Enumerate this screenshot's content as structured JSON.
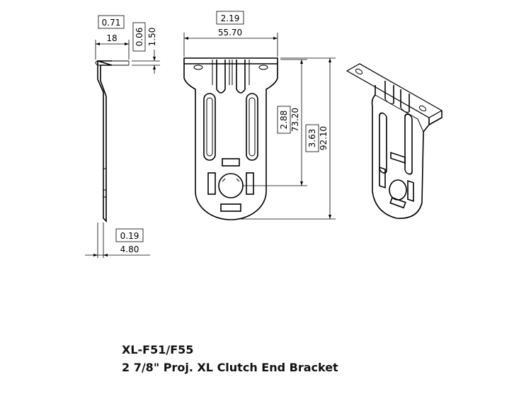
{
  "caption": {
    "model": "XL-F51/F55",
    "description": "2 7/8\" Proj. XL Clutch End Bracket"
  },
  "dimensions": {
    "side_width_in": "0.71",
    "side_width_mm": "18",
    "side_offset_in": "0.06",
    "side_offset_mm": "1.50",
    "front_width_in": "2.19",
    "front_width_mm": "55.70",
    "hole_height_in": "2.88",
    "hole_height_mm": "73.20",
    "total_height_in": "3.63",
    "total_height_mm": "92.10",
    "thickness_in": "0.19",
    "thickness_mm": "4.80"
  },
  "colors": {
    "line": "#000000",
    "background": "#ffffff"
  }
}
